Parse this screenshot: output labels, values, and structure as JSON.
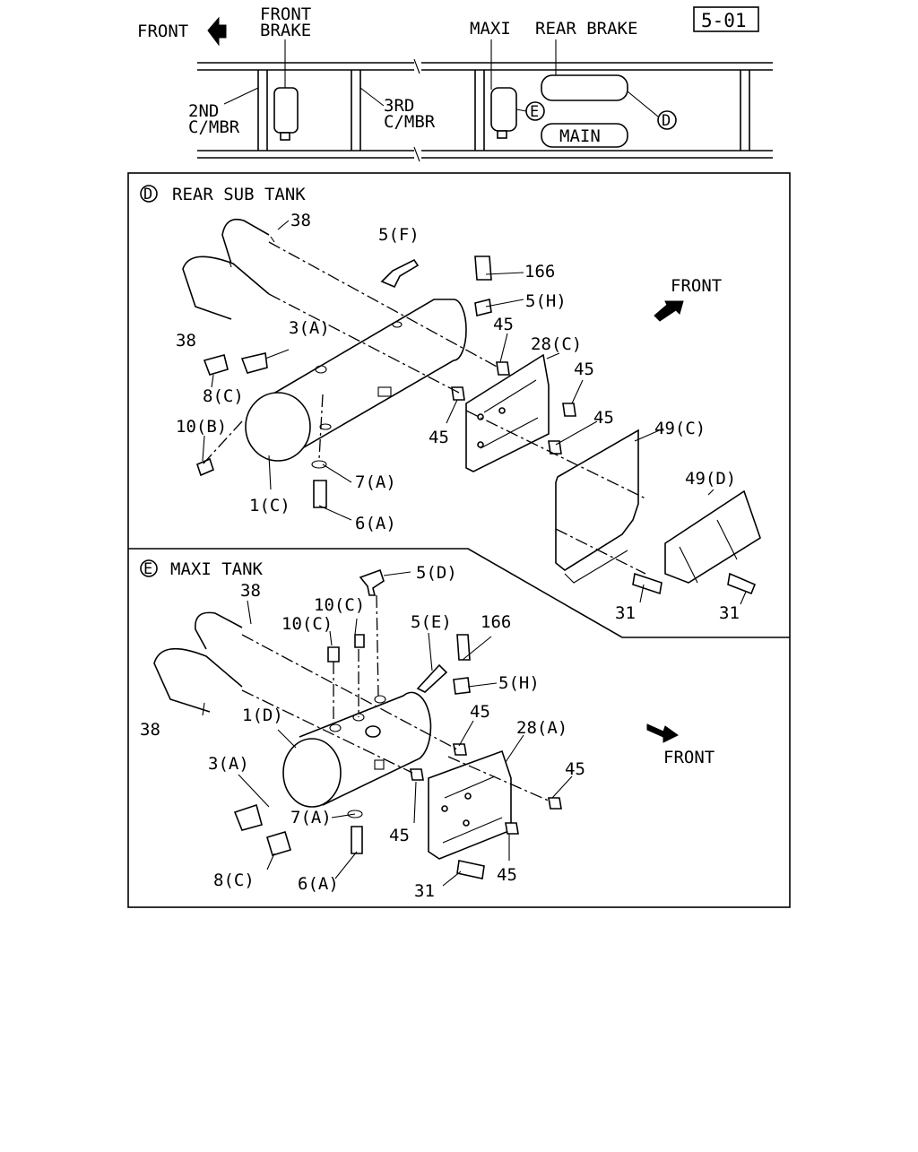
{
  "page_ref": "5-01",
  "overview": {
    "front": "FRONT",
    "front_brake": [
      "FRONT",
      "BRAKE"
    ],
    "maxi_rear_brake": [
      "MAXI",
      "REAR BRAKE"
    ],
    "second_cmbr": [
      "2ND",
      "C/MBR"
    ],
    "third_cmbr": [
      "3RD",
      "C/MBR"
    ],
    "main": "MAIN",
    "callout_e": "E",
    "callout_d": "D"
  },
  "panel_d": {
    "letter": "D",
    "title": "REAR SUB TANK",
    "front": "FRONT",
    "labels": [
      "38",
      "5(F)",
      "166",
      "5(H)",
      "38",
      "3(A)",
      "45",
      "28(C)",
      "45",
      "8(C)",
      "45",
      "45",
      "49(C)",
      "10(B)",
      "7(A)",
      "49(D)",
      "1(C)",
      "6(A)",
      "31",
      "31"
    ]
  },
  "panel_e": {
    "letter": "E",
    "title": "MAXI TANK",
    "front": "FRONT",
    "labels": [
      "5(D)",
      "38",
      "10(C)",
      "10(C)",
      "5(E)",
      "166",
      "5(H)",
      "38",
      "1(D)",
      "45",
      "28(A)",
      "3(A)",
      "45",
      "7(A)",
      "45",
      "8(C)",
      "6(A)",
      "45",
      "31"
    ]
  }
}
